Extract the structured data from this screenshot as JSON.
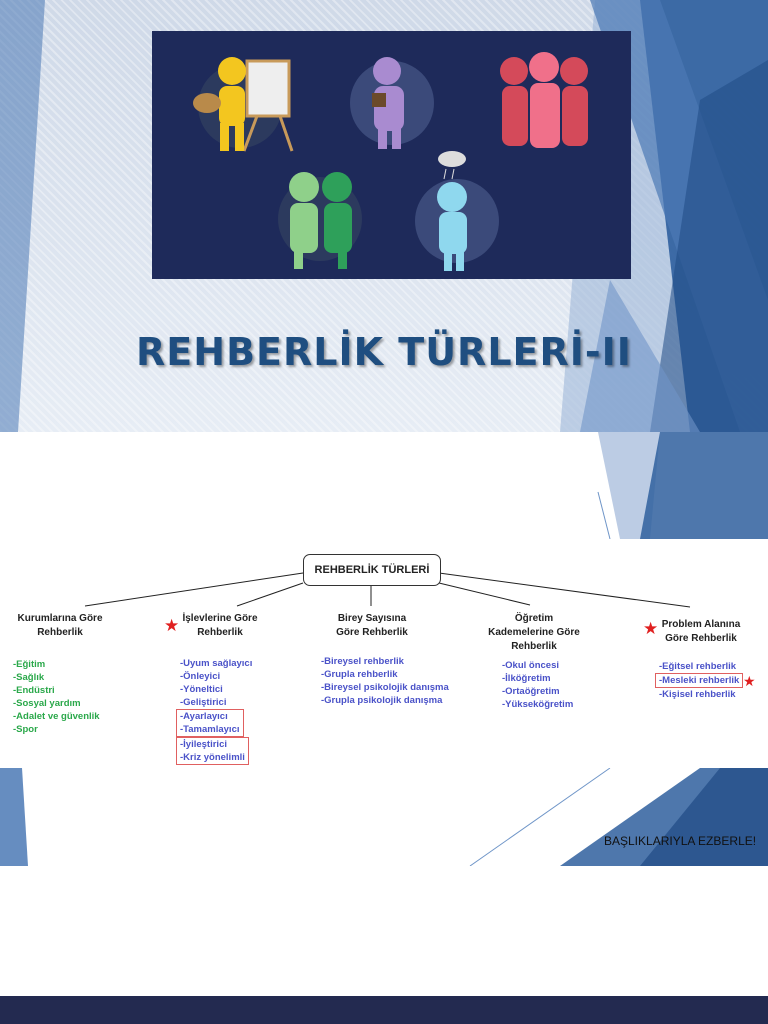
{
  "slide1": {
    "title": "REHBERLİK TÜRLERİ-II"
  },
  "slide2": {
    "root": "REHBERLİK TÜRLERİ",
    "categories": [
      {
        "title_lines": [
          "Kurumlarına Göre",
          "Rehberlik"
        ],
        "starred": false,
        "items": [
          "-Eğitim",
          "-Sağlık",
          "-Endüstri",
          "-Sosyal yardım",
          "-Adalet ve güvenlik",
          "-Spor"
        ]
      },
      {
        "title_lines": [
          "İşlevlerine Göre",
          "Rehberlik"
        ],
        "starred": true,
        "items": [
          "-Uyum sağlayıcı",
          "-Önleyici",
          "-Yöneltici",
          "-Geliştirici",
          "-Ayarlayıcı",
          "-Tamamlayıcı",
          "-İyileştirici",
          "-Kriz yönelimli"
        ]
      },
      {
        "title_lines": [
          "Birey Sayısına",
          "Göre Rehberlik"
        ],
        "starred": false,
        "items": [
          "-Bireysel rehberlik",
          "-Grupla rehberlik",
          "-Bireysel psikolojik danışma",
          "-Grupla psikolojik danışma"
        ]
      },
      {
        "title_lines": [
          "Öğretim",
          "Kademelerine Göre",
          "Rehberlik"
        ],
        "starred": false,
        "items": [
          "-Okul öncesi",
          "-İlköğretim",
          "-Ortaöğretim",
          "-Yükseköğretim"
        ]
      },
      {
        "title_lines": [
          "Problem Alanına",
          "Göre Rehberlik"
        ],
        "starred": true,
        "items": [
          "-Eğitsel rehberlik",
          "-Mesleki rehberlik",
          "-Kişisel rehberlik"
        ]
      }
    ],
    "note": "BAŞLIKLARIYLA EZBERLE!"
  },
  "colors": {
    "title": "#1f4e80",
    "illustration_bg": "#1e2a5a",
    "green_items": "#2aa84a",
    "blue_items": "#4a52c8",
    "star": "#e02020",
    "highlight_border": "#e06060",
    "deco_blues": [
      "#2f5f9e",
      "#4b79b5",
      "#6f95c8",
      "#9fb7d9"
    ]
  },
  "icons": [
    "painter-figure-icon",
    "thinking-figure-icon",
    "group-figures-icon",
    "friends-figures-icon",
    "sad-figure-with-cloud-icon",
    "star-icon"
  ]
}
